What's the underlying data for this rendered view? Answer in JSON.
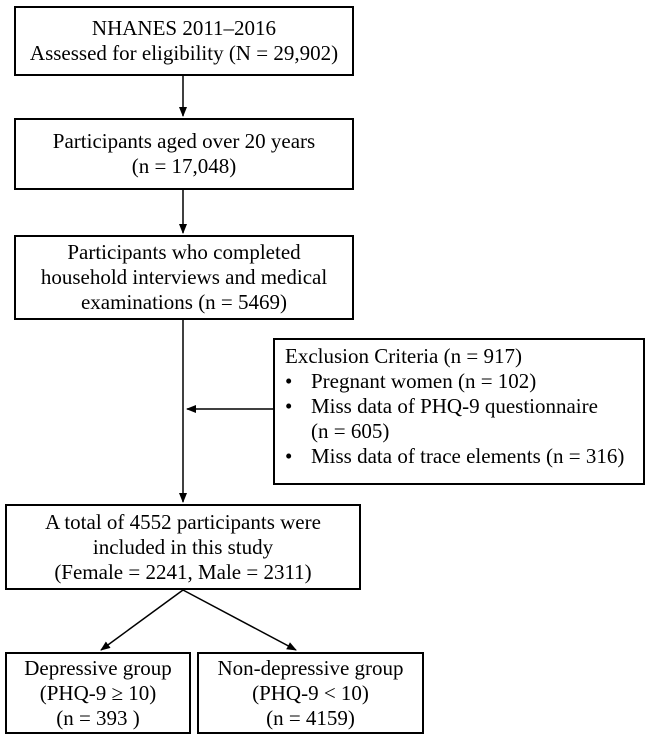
{
  "boxes": {
    "eligibility": [
      "NHANES 2011–2016",
      "Assessed for eligibility (N = 29,902)"
    ],
    "aged": [
      "Participants aged over 20 years",
      "(n = 17,048)"
    ],
    "completed": [
      "Participants who completed",
      "household interviews and medical",
      "examinations (n = 5469)"
    ],
    "total": [
      "A total of  4552 participants were",
      "included in this study",
      "(Female = 2241, Male = 2311)"
    ],
    "depressive": [
      "Depressive group",
      "(PHQ-9 ≥ 10)",
      "(n = 393 )"
    ],
    "nondepressive": [
      "Non-depressive group",
      "(PHQ-9 < 10)",
      "(n = 4159)"
    ]
  },
  "exclusion": {
    "title": "Exclusion Criteria (n = 917)",
    "bullet": "•",
    "items": [
      [
        "Pregnant women (n = 102)"
      ],
      [
        "Miss data of PHQ-9 questionnaire",
        "(n = 605)"
      ],
      [
        "Miss data of trace elements (n = 316)"
      ]
    ]
  }
}
